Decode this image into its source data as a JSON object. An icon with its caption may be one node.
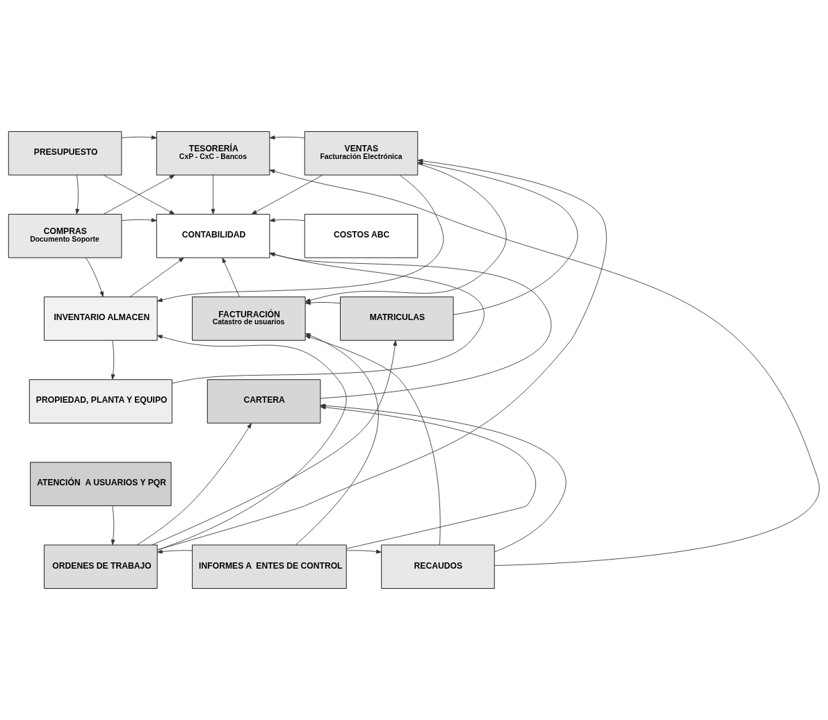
{
  "diagram": {
    "nodes": [
      {
        "text": [
          "PRESUPUESTO"
        ]
      },
      {
        "text": [
          "TESORERÍA",
          "CxP - CxC - Bancos"
        ]
      },
      {
        "text": [
          "VENTAS",
          "Facturación Electrónica"
        ]
      },
      {
        "text": [
          "COMPRAS",
          "Documento Soporte"
        ]
      },
      {
        "text": [
          "CONTABILIDAD"
        ]
      },
      {
        "text": [
          "COSTOS ABC"
        ]
      },
      {
        "text": [
          "INVENTARIO ALMACEN"
        ]
      },
      {
        "text": [
          "FACTURACIÓN",
          "Catastro de usuarios"
        ]
      },
      {
        "text": [
          "PROPIEDAD, PLANTA Y EQUIPO"
        ]
      },
      {
        "text": [
          "MATRICULAS"
        ]
      },
      {
        "text": [
          "ATENCIÓN  A USUARIOS Y PQR"
        ]
      },
      {
        "text": [
          "CARTERA"
        ]
      },
      {
        "text": [
          "ORDENES DE TRABAJO"
        ]
      },
      {
        "text": [
          "INFORMES A  ENTES DE CONTROL"
        ]
      },
      {
        "text": [
          "RECAUDOS"
        ]
      }
    ],
    "edges": [
      {
        "from": 0,
        "to": 1,
        "arrow": "to"
      },
      {
        "from": 0,
        "to": 4,
        "arrow": "to"
      },
      {
        "from": 2,
        "to": 1,
        "arrow": "to"
      },
      {
        "from": 2,
        "to": 6,
        "arrow": "to"
      },
      {
        "from": 0,
        "to": 3,
        "arrow": "to"
      },
      {
        "from": 3,
        "to": 1,
        "arrow": "to"
      },
      {
        "from": 3,
        "to": 4,
        "arrow": "to"
      },
      {
        "from": 1,
        "to": 4,
        "arrow": "to"
      },
      {
        "from": 2,
        "to": 4,
        "arrow": "to"
      },
      {
        "from": 14,
        "to": 1,
        "arrow": "to"
      },
      {
        "from": 2,
        "to": 7,
        "arrow": "to"
      },
      {
        "from": 12,
        "to": 2,
        "arrow": "to"
      },
      {
        "from": 12,
        "to": 9,
        "arrow": "to"
      },
      {
        "from": 9,
        "to": 2,
        "arrow": "to"
      },
      {
        "from": 9,
        "to": 7,
        "arrow": "to"
      },
      {
        "from": 14,
        "to": 7,
        "arrow": "to"
      },
      {
        "from": 14,
        "to": 11,
        "arrow": "to"
      },
      {
        "from": 5,
        "to": 4,
        "arrow": "to"
      },
      {
        "from": 7,
        "to": 4,
        "arrow": "to"
      },
      {
        "from": 3,
        "to": 6,
        "arrow": "to"
      },
      {
        "from": 6,
        "to": 8,
        "arrow": "to"
      },
      {
        "from": 6,
        "to": 4,
        "arrow": "to"
      },
      {
        "from": 8,
        "to": 4,
        "arrow": "to"
      },
      {
        "from": 11,
        "to": 4,
        "arrow": "to"
      },
      {
        "from": 13,
        "to": 7,
        "arrow": "to"
      },
      {
        "from": 12,
        "to": 6,
        "arrow": "to"
      },
      {
        "from": 10,
        "to": 12,
        "arrow": "to"
      },
      {
        "from": 12,
        "to": 11,
        "arrow": "to"
      },
      {
        "from": 13,
        "to": 11,
        "arrow": "to"
      },
      {
        "from": 13,
        "to": 12,
        "arrow": "to"
      },
      {
        "from": 13,
        "to": 14,
        "arrow": "to"
      }
    ]
  }
}
